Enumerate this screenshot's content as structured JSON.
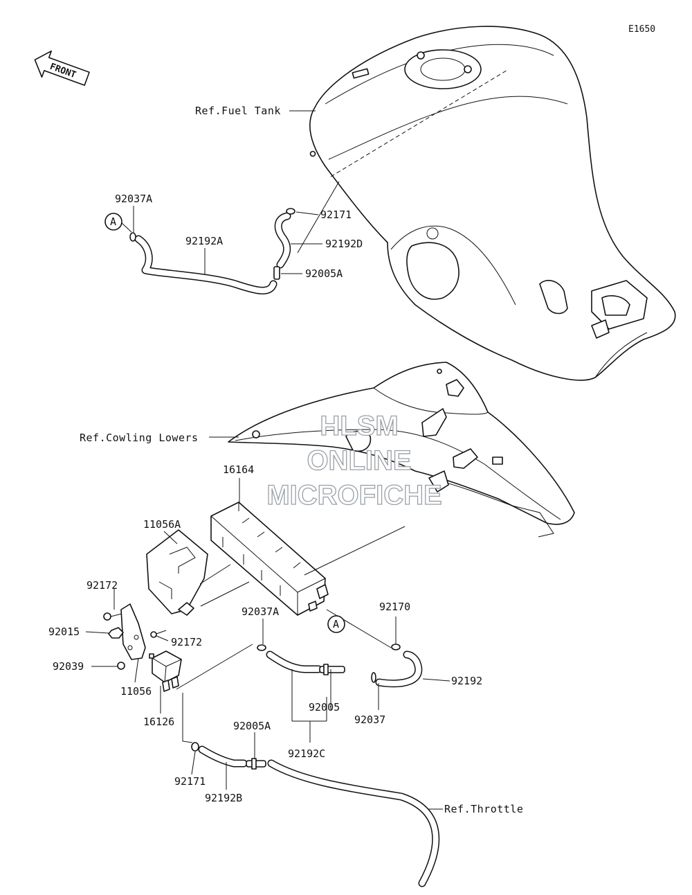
{
  "diagram_code": "E1650",
  "front_arrow": {
    "label": "FRONT",
    "icon": "front-direction-arrow"
  },
  "references": {
    "fuel_tank": "Ref.Fuel Tank",
    "cowling_lowers": "Ref.Cowling Lowers",
    "throttle": "Ref.Throttle"
  },
  "connector_marker": "A",
  "parts": {
    "p92037A_top": "92037A",
    "p92192A": "92192A",
    "p92171_top": "92171",
    "p92192D": "92192D",
    "p92005A_top": "92005A",
    "p16164": "16164",
    "p11056A": "11056A",
    "p92172_left": "92172",
    "p92015": "92015",
    "p92172_mid": "92172",
    "p92039": "92039",
    "p11056": "11056",
    "p16126": "16126",
    "p92037A_low": "92037A",
    "p92170": "92170",
    "p92192": "92192",
    "p92005": "92005",
    "p92037": "92037",
    "p92192C": "92192C",
    "p92005A_low": "92005A",
    "p92171_low": "92171",
    "p92192B": "92192B"
  },
  "watermark": [
    "HLSM",
    "ONLINE",
    "MICROFICHE"
  ]
}
